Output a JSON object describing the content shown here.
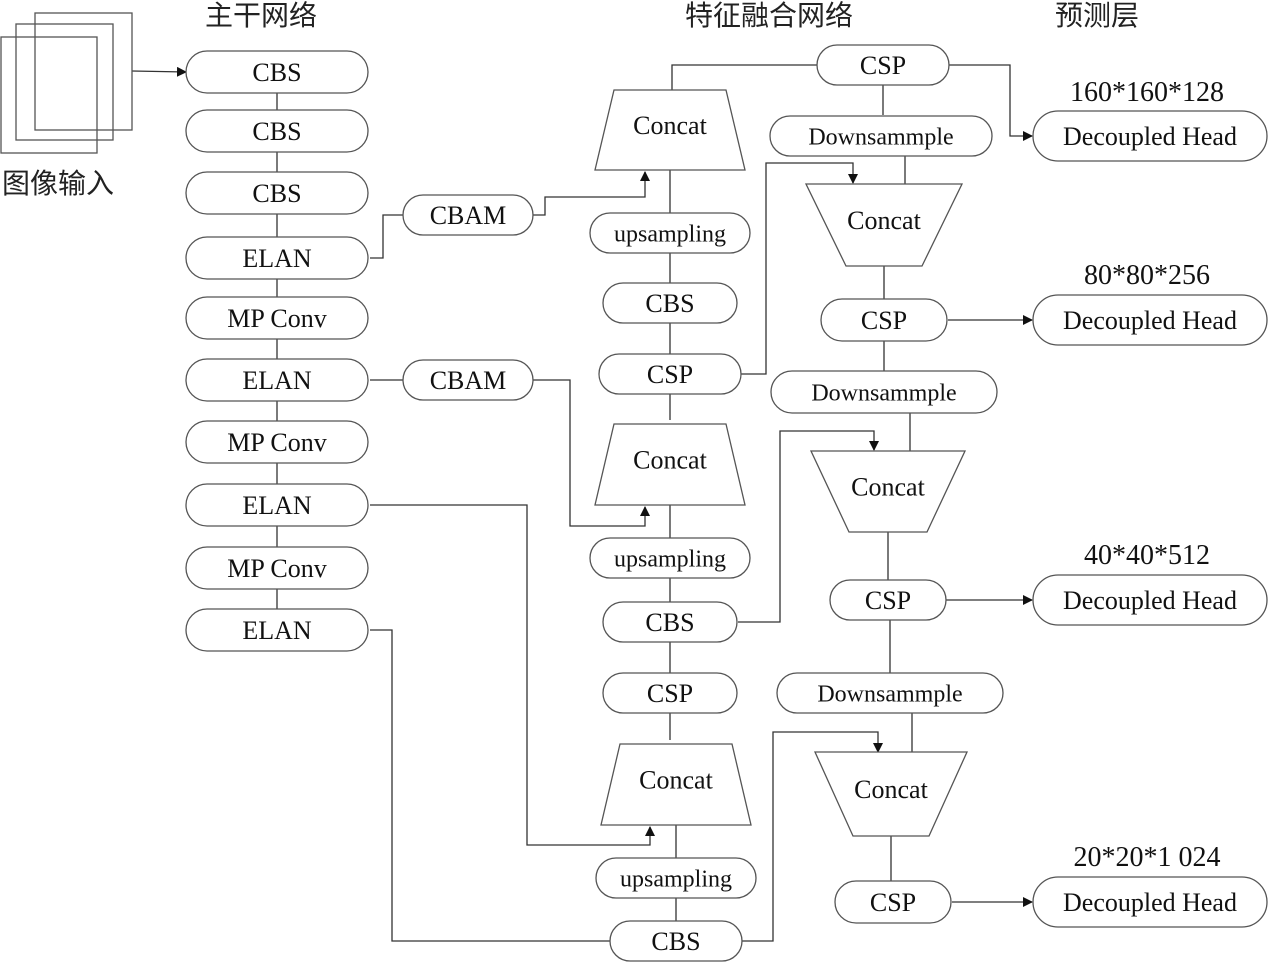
{
  "sections": {
    "backbone": "主干网络",
    "neck": "特征融合网络",
    "head": "预测层",
    "input": "图像输入"
  },
  "backbone": [
    "CBS",
    "CBS",
    "CBS",
    "ELAN",
    "MP Conv",
    "ELAN",
    "MP Conv",
    "ELAN",
    "MP Conv",
    "ELAN"
  ],
  "attention": [
    "CBAM",
    "CBAM"
  ],
  "neck_up": {
    "concat": [
      "Concat",
      "Concat",
      "Concat"
    ],
    "upsampling": [
      "upsampling",
      "upsampling",
      "upsampling"
    ],
    "cbs": [
      "CBS",
      "CBS",
      "CBS"
    ],
    "csp": [
      "CSP",
      "CSP"
    ]
  },
  "neck_down": {
    "csp": [
      "CSP",
      "CSP",
      "CSP",
      "CSP"
    ],
    "downsample": [
      "Downsammple",
      "Downsammple",
      "Downsammple"
    ],
    "concat": [
      "Concat",
      "Concat",
      "Concat"
    ]
  },
  "heads": [
    {
      "label": "Decoupled Head",
      "size": "160*160*128"
    },
    {
      "label": "Decoupled Head",
      "size": "80*80*256"
    },
    {
      "label": "Decoupled Head",
      "size": "40*40*512"
    },
    {
      "label": "Decoupled Head",
      "size": "20*20*1 024"
    }
  ]
}
